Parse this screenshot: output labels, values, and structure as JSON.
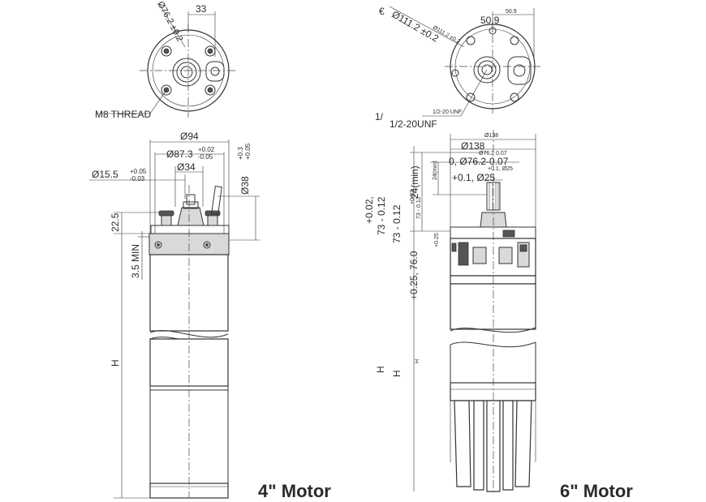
{
  "motor4": {
    "title": "4\" Motor",
    "top_view": {
      "dia_76": "Ø76.2 ±0.2",
      "dim_33": "33",
      "m8_thread": "M8 THREAD"
    },
    "side_view": {
      "d94": "Ø94",
      "d87": "Ø87.3",
      "d87_tol_upper": "+0.02",
      "d87_tol_lower": "-0.05",
      "d34": "Ø34",
      "d15": "Ø15.5",
      "d15_tol_upper": "+0.05",
      "d15_tol_lower": "-0.03",
      "d38": "Ø38",
      "d38_tol_upper": "+0.3",
      "d38_tol_lower": "+0.05",
      "h22": "22.5",
      "h35": "3.5 MIN",
      "h": "H"
    }
  },
  "motor6": {
    "title": "6\" Motor",
    "top_view": {
      "e_mark": "€",
      "dia_111": "Ø111.2 ±0.2",
      "dia_111_small": "Ø111.2 ±0.2",
      "dim_50": "50.9",
      "dim_50_small": "50.9",
      "slash_1": "1/",
      "unf": "1/2-20UNF",
      "unf_small": "1/2-20 UNF"
    },
    "side_view": {
      "d138_small": "Ø138",
      "d138": "Ø138",
      "d76_small": "Ø76.2 0.07",
      "d76": "0, Ø76.2-0.07",
      "d25_small": "+0.1, Ø25",
      "d25": "+0.1, Ø25",
      "v24": "24(min)",
      "v24_small": "24(min)",
      "v_002": "+0.02,",
      "v_73a": "73 - 0.12",
      "v_73b": "73 - 0.12",
      "v_73_small": "73 - 0.12",
      "v_002_small": "+0.02",
      "v_025": "+0.25, 76.0",
      "v_025_small": "+0.25",
      "h_a": "H",
      "h_b": "H",
      "h_small": "H"
    }
  }
}
